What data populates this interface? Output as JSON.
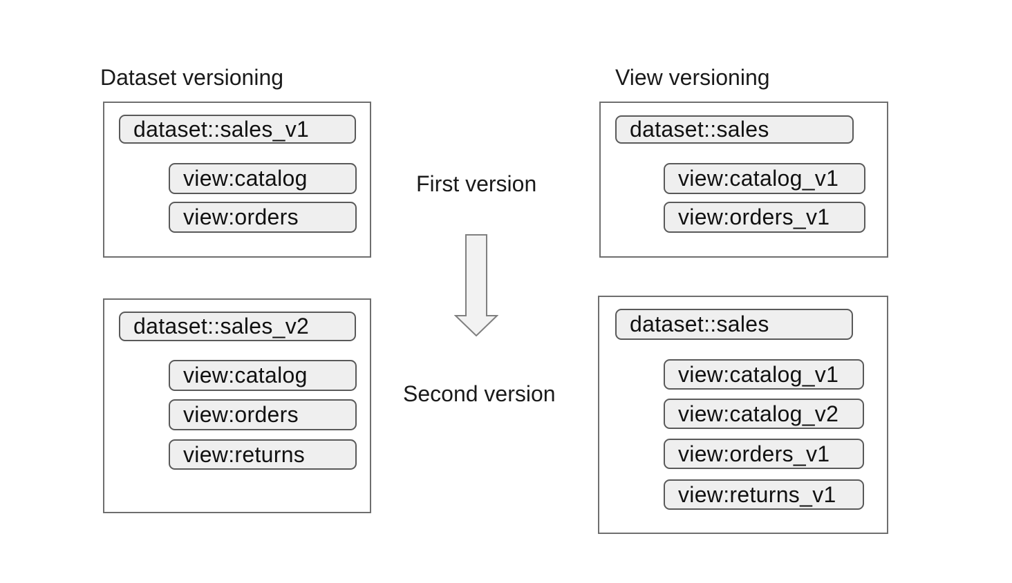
{
  "diagram": {
    "left": {
      "title": "Dataset versioning",
      "first": {
        "dataset": "dataset::sales_v1",
        "views": [
          "view:catalog",
          "view:orders"
        ]
      },
      "second": {
        "dataset": "dataset::sales_v2",
        "views": [
          "view:catalog",
          "view:orders",
          "view:returns"
        ]
      }
    },
    "right": {
      "title": "View versioning",
      "first": {
        "dataset": "dataset::sales",
        "views": [
          "view:catalog_v1",
          "view:orders_v1"
        ]
      },
      "second": {
        "dataset": "dataset::sales",
        "views": [
          "view:catalog_v1",
          "view:catalog_v2",
          "view:orders_v1",
          "view:returns_v1"
        ]
      }
    },
    "middle": {
      "first_label": "First version",
      "second_label": "Second version",
      "arrow_icon": "down-block-arrow"
    },
    "colors": {
      "background": "#ffffff",
      "pill_fill": "#efefef",
      "pill_border": "#595959",
      "box_border": "#6e6e6e",
      "arrow_fill": "#f2f2f2",
      "arrow_border": "#7f7f7f",
      "text": "#1a1a1a"
    }
  }
}
